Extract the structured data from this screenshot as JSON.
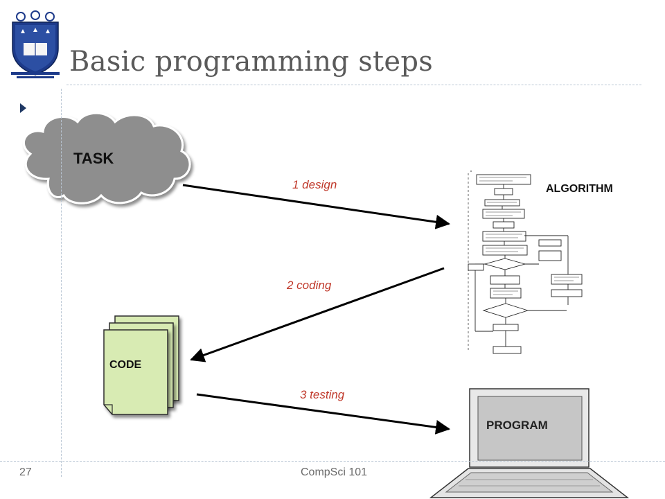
{
  "slide": {
    "title": "Basic programming steps",
    "page_number": "27",
    "course": "CompSci 101"
  },
  "diagram": {
    "nodes": {
      "task": "TASK",
      "algorithm": "ALGORITHM",
      "code": "CODE",
      "program": "PROGRAM"
    },
    "steps": [
      {
        "label": "1 design",
        "from": "task",
        "to": "algorithm"
      },
      {
        "label": "2 coding",
        "from": "algorithm",
        "to": "code"
      },
      {
        "label": "3 testing",
        "from": "code",
        "to": "program"
      }
    ]
  },
  "colors": {
    "title": "#5a5a5a",
    "step_label": "#c0392b",
    "cloud_fill": "#8e8e8e",
    "code_fill": "#d8ebb3",
    "bullet": "#1f3864"
  },
  "icons": [
    "university-crest-icon",
    "bullet-triangle-icon",
    "flowchart-icon",
    "laptop-icon"
  ]
}
